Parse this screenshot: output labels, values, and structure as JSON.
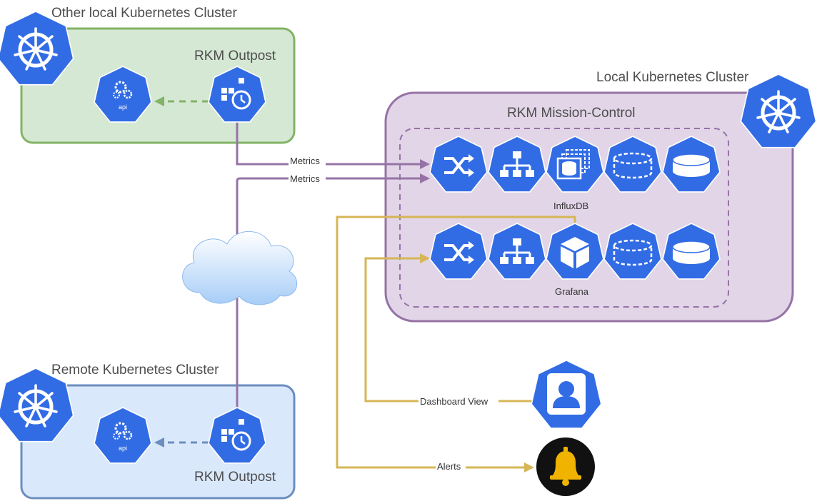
{
  "colors": {
    "k8s_blue": "#326ce5",
    "green_fill": "#d5e8d4",
    "green_stroke": "#82b366",
    "blue_fill": "#dae8fc",
    "blue_stroke": "#6c8ebf",
    "purple_fill": "#e1d5e7",
    "purple_stroke": "#9673a6",
    "gold": "#d6b656"
  },
  "clusters": {
    "other_local": {
      "title": "Other local Kubernetes Cluster",
      "outpost_label": "RKM Outpost",
      "api_label": "api"
    },
    "remote": {
      "title": "Remote Kubernetes Cluster",
      "outpost_label": "RKM Outpost",
      "api_label": "api"
    },
    "local": {
      "title": "Local Kubernetes Cluster",
      "mission_control_title": "RKM Mission-Control"
    }
  },
  "stacks": {
    "influx": {
      "label": "InfluxDB",
      "icons": [
        "shuffle-icon",
        "network-icon",
        "database-pods-icon",
        "volume-claim-icon",
        "storage-volume-icon"
      ]
    },
    "grafana": {
      "label": "Grafana",
      "icons": [
        "shuffle-icon",
        "network-icon",
        "cube-icon",
        "volume-claim-icon",
        "storage-volume-icon"
      ]
    }
  },
  "edges": {
    "metrics_1": "Metrics",
    "metrics_2": "Metrics",
    "dashboard": "Dashboard View",
    "alerts": "Alerts"
  }
}
